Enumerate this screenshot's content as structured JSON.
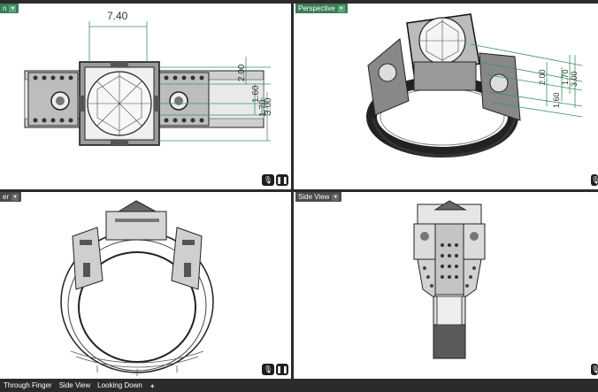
{
  "viewports": {
    "top_left": {
      "label": "n"
    },
    "top_right": {
      "label": "Perspective"
    },
    "bottom_left": {
      "label": "er"
    },
    "bottom_right": {
      "label": "Side View"
    }
  },
  "dimensions": {
    "top": {
      "width": "7.40",
      "d1": "2.00",
      "d2": "1.60",
      "d3": "1.70",
      "d4": "3.00"
    },
    "perspective": {
      "d1": "2.00",
      "d2": "1.70",
      "d3": "3.00",
      "d4": "1.60"
    }
  },
  "controls": {
    "mic_icon": "mic-icon",
    "pause_icon": "pause-icon"
  },
  "bottom_tabs": [
    "Through Finger",
    "Side View",
    "Looking Down"
  ],
  "add_tab_label": "+"
}
